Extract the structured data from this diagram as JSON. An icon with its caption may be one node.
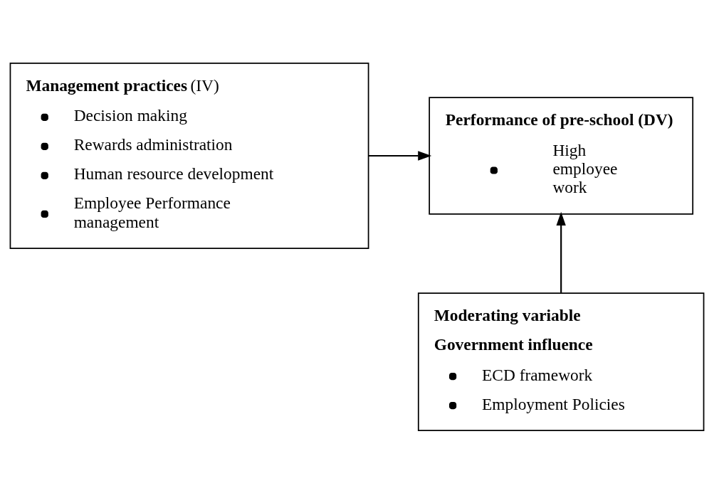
{
  "diagram": {
    "nodes": [
      {
        "text": [
          "**Management practices** (IV)",
          "Decision making",
          "Rewards administration",
          "Human resource development",
          "Employee Performance management"
        ]
      },
      {
        "text": [
          "Performance of pre-school (DV)",
          "High employee work"
        ]
      },
      {
        "text": [
          "Moderating variable",
          "Government influence",
          "ECD framework",
          "Employment Policies"
        ]
      }
    ],
    "edges": [
      {
        "from": 0,
        "to": 1,
        "arrow": "to"
      },
      {
        "from": 2,
        "to": 1,
        "arrow": "to"
      }
    ]
  }
}
